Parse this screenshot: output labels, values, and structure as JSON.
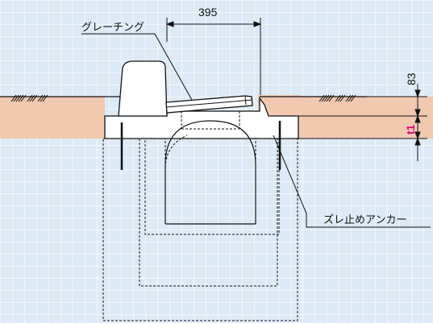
{
  "labels": {
    "grating": "グレーチング",
    "anchor": "ズレ止めアンカー"
  },
  "dimensions": {
    "width": "395",
    "height": "83",
    "thickness": "t1"
  },
  "colors": {
    "background": "#ddeaf5",
    "soil": "#f0c9b0",
    "thickness_label": "#e4007f",
    "line": "#111111"
  }
}
